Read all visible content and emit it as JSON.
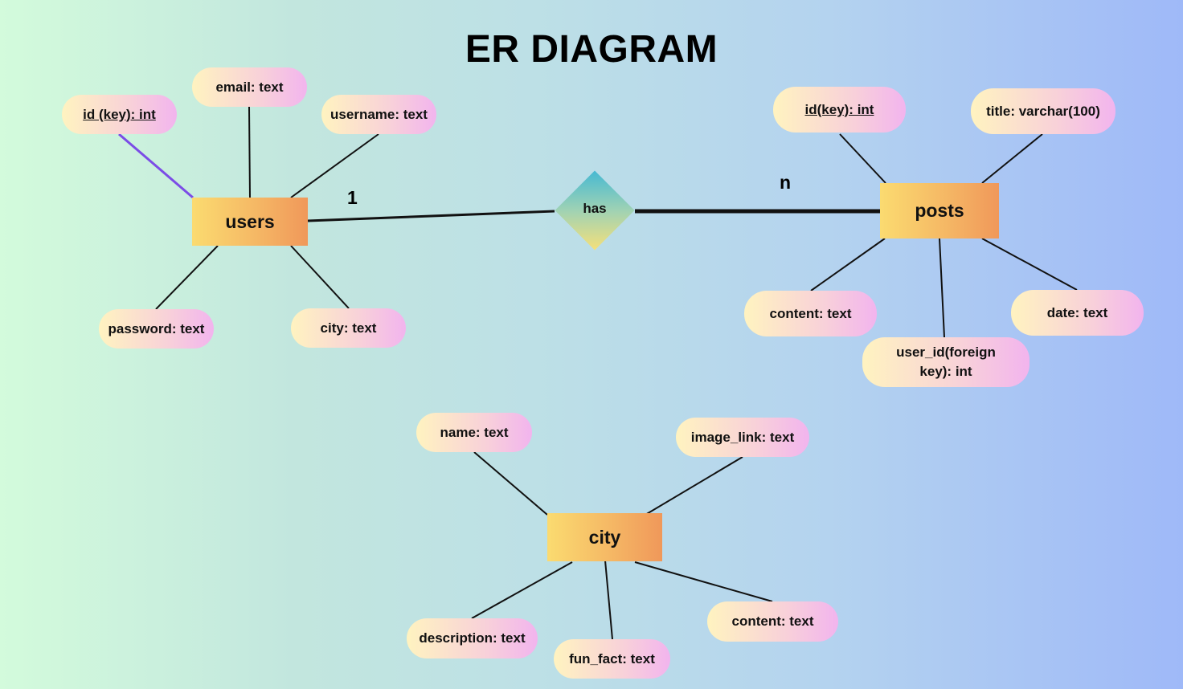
{
  "title": "ER DIAGRAM",
  "relationship": {
    "label": "has",
    "card_left": "1",
    "card_right": "n"
  },
  "users": {
    "label": "users",
    "attrs": [
      "id (key): int",
      "email: text",
      "username: text",
      "password: text",
      "city: text"
    ]
  },
  "posts": {
    "label": "posts",
    "attrs": [
      "id(key): int",
      "title: varchar(100)",
      "content: text",
      "user_id(foreign key): int",
      "date: text"
    ]
  },
  "city": {
    "label": "city",
    "attrs": [
      "name: text",
      "image_link: text",
      "description: text",
      "fun_fact: text",
      "content: text"
    ]
  },
  "colors": {
    "key_link": "#7b4ce6",
    "line": "#111111"
  }
}
